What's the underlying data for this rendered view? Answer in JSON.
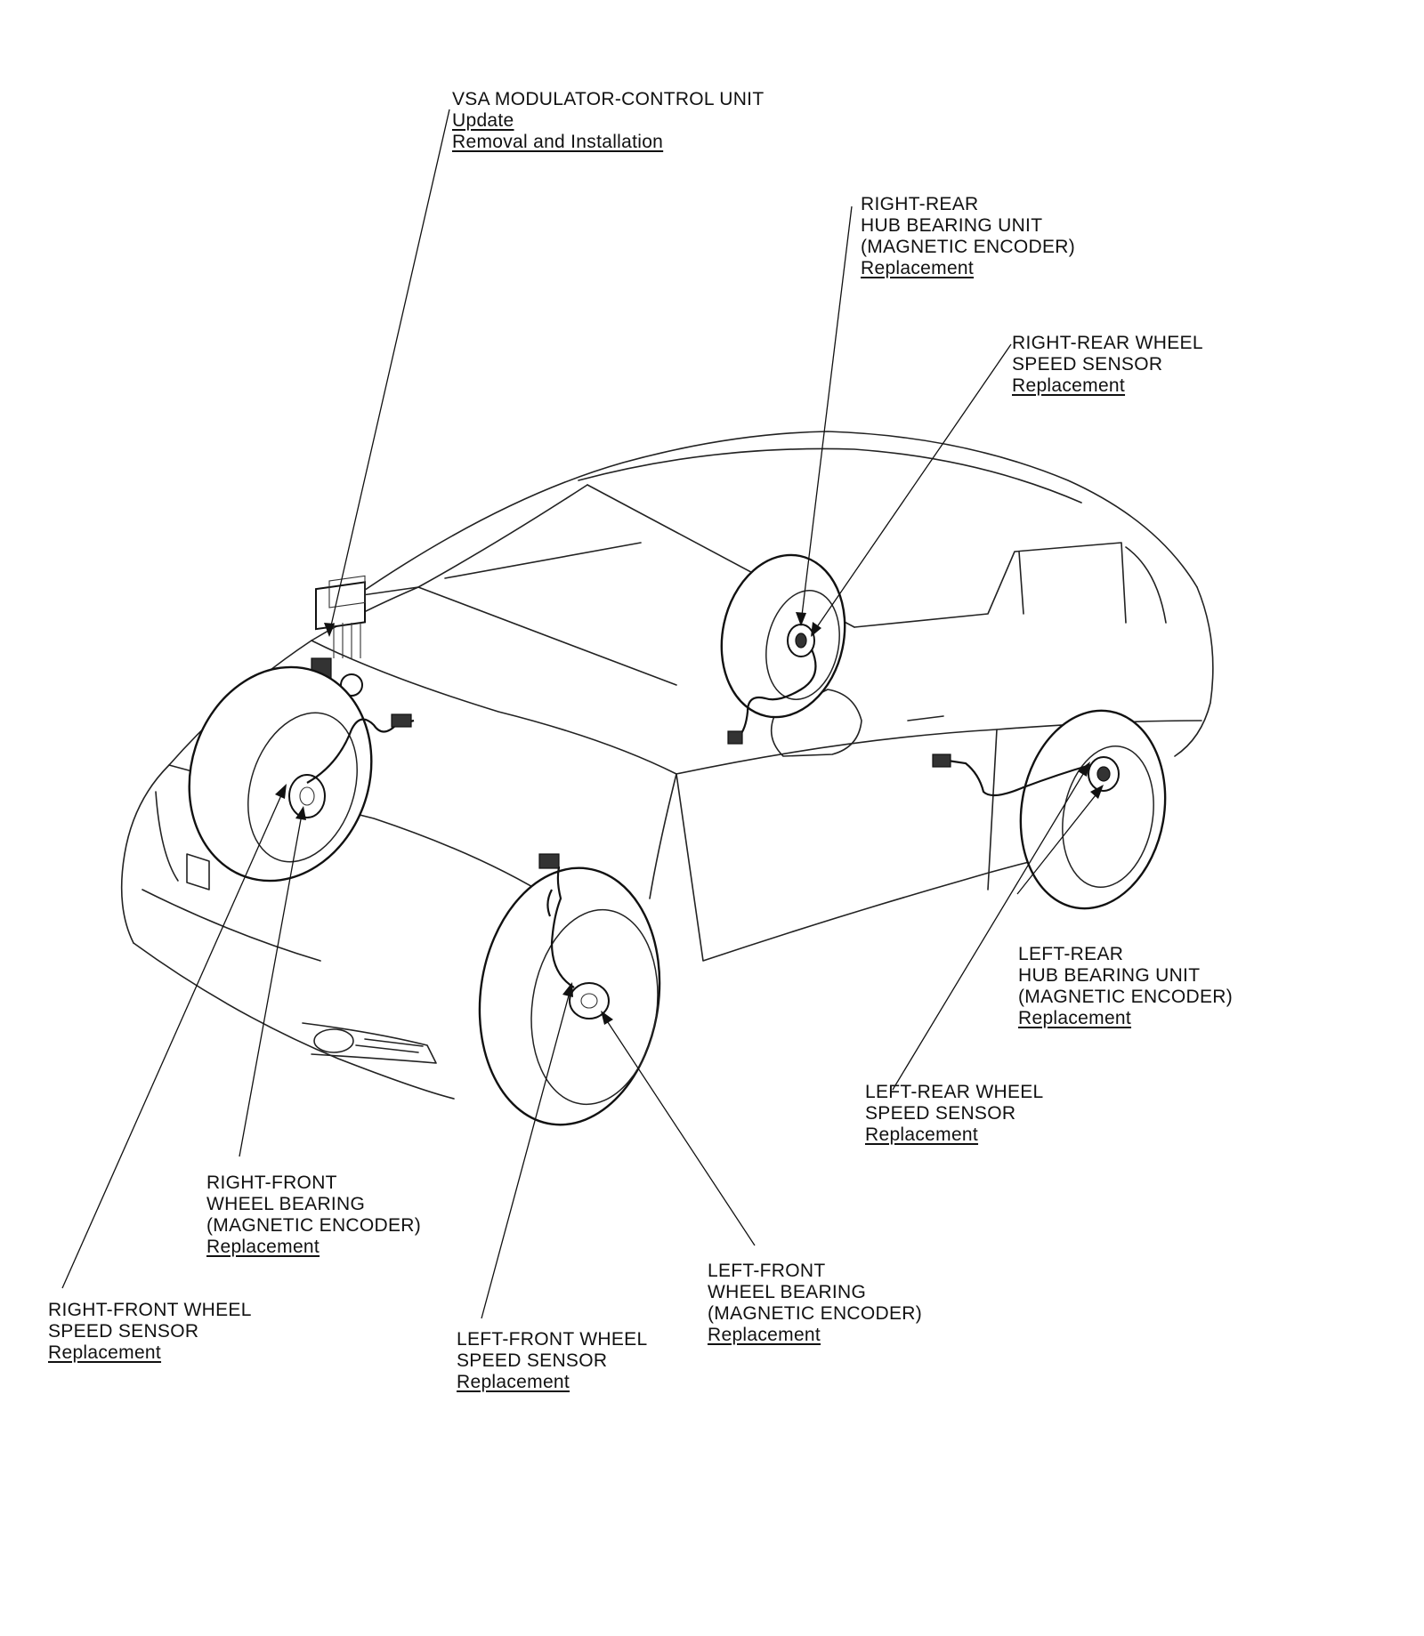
{
  "callouts": {
    "vsa": {
      "lines": [
        "VSA MODULATOR-CONTROL UNIT"
      ],
      "links": [
        "Update",
        "Removal and Installation"
      ]
    },
    "rr_hub": {
      "lines": [
        "RIGHT-REAR",
        "HUB BEARING UNIT",
        "(MAGNETIC ENCODER)"
      ],
      "links": [
        "Replacement"
      ]
    },
    "rr_sensor": {
      "lines": [
        "RIGHT-REAR WHEEL",
        "SPEED SENSOR"
      ],
      "links": [
        "Replacement"
      ]
    },
    "lr_hub": {
      "lines": [
        "LEFT-REAR",
        "HUB BEARING UNIT",
        "(MAGNETIC ENCODER)"
      ],
      "links": [
        "Replacement"
      ]
    },
    "lr_sensor": {
      "lines": [
        "LEFT-REAR WHEEL",
        "SPEED SENSOR"
      ],
      "links": [
        "Replacement"
      ]
    },
    "rf_bearing": {
      "lines": [
        "RIGHT-FRONT",
        "WHEEL BEARING",
        "(MAGNETIC ENCODER)"
      ],
      "links": [
        "Replacement"
      ]
    },
    "rf_sensor": {
      "lines": [
        "RIGHT-FRONT WHEEL",
        "SPEED SENSOR"
      ],
      "links": [
        "Replacement"
      ]
    },
    "lf_bearing": {
      "lines": [
        "LEFT-FRONT",
        "WHEEL BEARING",
        "(MAGNETIC ENCODER)"
      ],
      "links": [
        "Replacement"
      ]
    },
    "lf_sensor": {
      "lines": [
        "LEFT-FRONT WHEEL",
        "SPEED SENSOR"
      ],
      "links": [
        "Replacement"
      ]
    }
  }
}
